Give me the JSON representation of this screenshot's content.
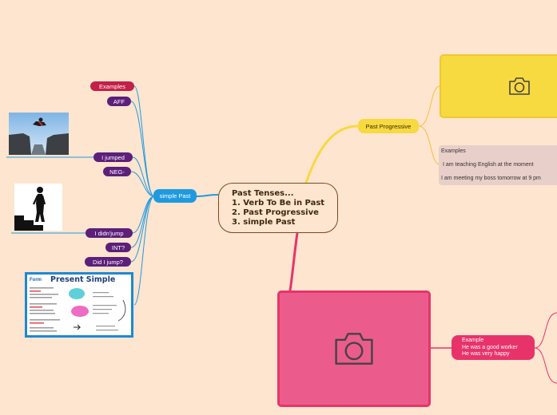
{
  "central": {
    "lines": [
      "Past Tenses...",
      "1. Verb To Be in Past",
      "2. Past Progressive",
      "3. simple Past"
    ]
  },
  "past_progressive": {
    "label": "Past Progressive",
    "examples_heading": "Examples",
    "example_1": "I am teaching English at the moment",
    "example_2": "I am meeting my boss tomorrow at 9 pm"
  },
  "simple_past": {
    "label": "simple Past",
    "examples": "Examples",
    "aff": "AFF",
    "i_jumped": "I jumped",
    "neg": "NEG-",
    "i_didnt_jump": "I didn'jump",
    "int": "INT?",
    "did_i_jump": "Did I jump?"
  },
  "verb_to_be": {
    "example_label": "Example",
    "example_1": "He was a good worker",
    "example_2": "He was very happy"
  },
  "present_simple_card": {
    "title": "Present Simple",
    "form": "Form"
  },
  "icons": [
    "camera-icon"
  ],
  "colors": {
    "background": "#fde5cf",
    "purple": "#5c1f7a",
    "red": "#c41f48",
    "blue": "#1f9ae0",
    "yellow": "#f7d940",
    "pink": "#e8336a"
  }
}
